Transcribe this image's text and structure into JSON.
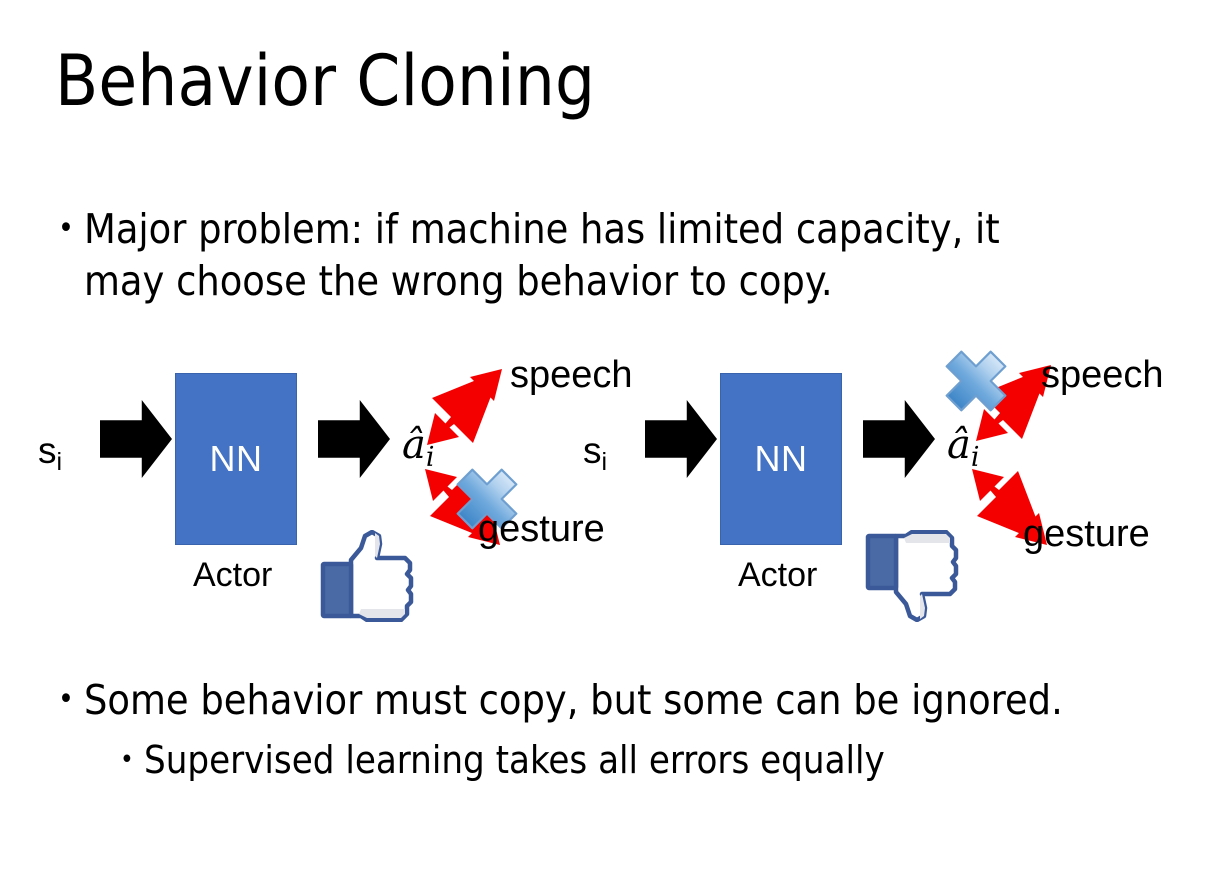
{
  "slide": {
    "title": "Behavior Cloning",
    "background_color": "#FFFFFF",
    "bullets_top": [
      {
        "marker": "•",
        "text": "Major problem: if machine has limited capacity, it\nmay choose the wrong behavior to copy."
      }
    ],
    "bullets_bottom": [
      {
        "marker": "•",
        "text": "Some behavior must copy, but some can be ignored."
      },
      {
        "marker": "•",
        "text": "Supervised learning takes all errors equally"
      }
    ]
  },
  "colors": {
    "nn_box_fill": "#4472C4",
    "nn_box_border": "#3A63AE",
    "nn_text": "#FFFFFF",
    "arrow_black": "#000000",
    "arrow_red": "#F40000",
    "x_light": "#C7DDF4",
    "x_mid": "#7FB4E2",
    "x_dark": "#3E86C8",
    "x_border": "#4A7FB8",
    "thumb_blue": "#3B5998",
    "thumb_fill": "#FFFFFF",
    "thumb_shadow": "#E3E5EA",
    "text_black": "#000000"
  },
  "diagrams": [
    {
      "id": "left",
      "state_label": {
        "base": "s",
        "sub": "i"
      },
      "nn_label": "NN",
      "actor_label": "Actor",
      "action_label": {
        "base": "â",
        "sub": "i"
      },
      "branches": [
        {
          "name": "speech",
          "label": "speech",
          "direction": "up-right",
          "crossed": false
        },
        {
          "name": "gesture",
          "label": "gesture",
          "direction": "down-right",
          "crossed": true
        }
      ],
      "feedback_icon": "thumbs-up-icon"
    },
    {
      "id": "right",
      "state_label": {
        "base": "s",
        "sub": "i"
      },
      "nn_label": "NN",
      "actor_label": "Actor",
      "action_label": {
        "base": "â",
        "sub": "i"
      },
      "branches": [
        {
          "name": "speech",
          "label": "speech",
          "direction": "up-right",
          "crossed": true
        },
        {
          "name": "gesture",
          "label": "gesture",
          "direction": "down-right",
          "crossed": false
        }
      ],
      "feedback_icon": "thumbs-down-icon"
    }
  ]
}
